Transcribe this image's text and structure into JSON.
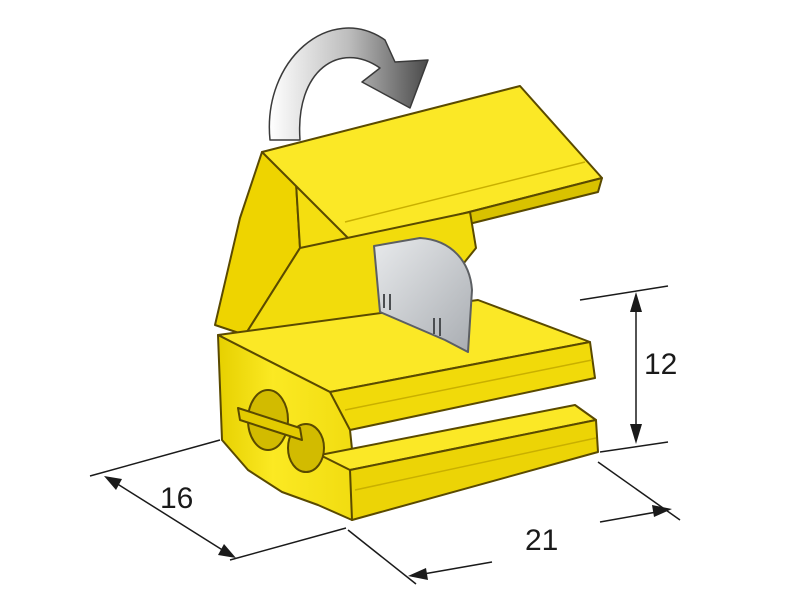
{
  "dimensions": {
    "height": "12",
    "depth": "16",
    "width": "21"
  },
  "colors": {
    "body": "#f7e41a",
    "body_shade": "#d9c200",
    "body_dark": "#b8a100",
    "outline": "#5a4a00",
    "blade": "#c9ccd0",
    "arrow": "#7a7a7a",
    "dim_line": "#1a1a1a"
  },
  "icons": {
    "rotate_arrow": "curved-arrow-icon",
    "blade": "metal-blade-icon"
  }
}
